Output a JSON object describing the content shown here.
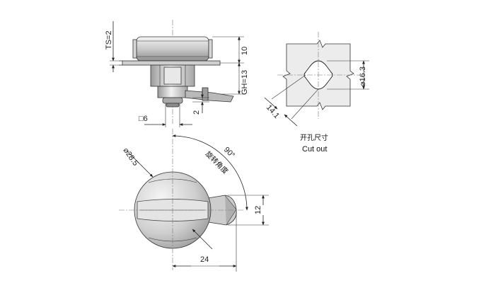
{
  "side_view": {
    "ts_label": "TS=2",
    "h10_label": "10",
    "gh_label": "GH=13",
    "d2_label": "2",
    "sq6_label": "□6"
  },
  "cutout_view": {
    "dia_label": "⌀16.3",
    "w_label": "14.1",
    "caption_cn": "开孔尺寸",
    "caption_en": "Cut out"
  },
  "front_view": {
    "dia_label": "⌀28.5",
    "angle_label": "90°",
    "rotation_label": "旋转角度",
    "h12_label": "12",
    "w24_label": "24"
  },
  "colors": {
    "metal_light": "#e6e6e6",
    "metal_mid": "#bdbdbd",
    "metal_dark": "#8c8c8c",
    "line": "#222222"
  }
}
